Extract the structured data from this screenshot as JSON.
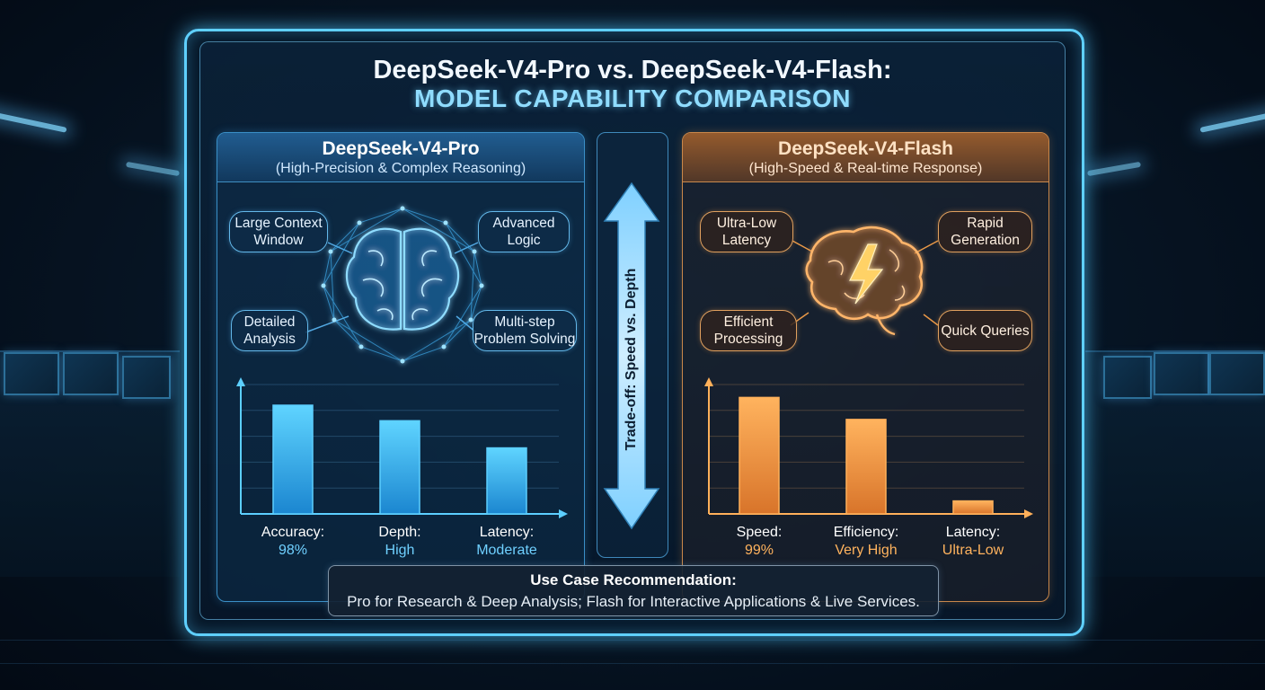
{
  "title": {
    "line1": "DeepSeek-V4-Pro vs. DeepSeek-V4-Flash:",
    "line2": "MODEL CAPABILITY COMPARISON"
  },
  "pro": {
    "name": "DeepSeek-V4-Pro",
    "subtitle": "(High-Precision & Complex Reasoning)",
    "features": {
      "top_left": "Large Context Window",
      "top_right": "Advanced Logic",
      "bottom_left": "Detailed Analysis",
      "bottom_right": "Multi-step Problem Solving"
    },
    "icon": "brain-network-icon",
    "accent": "#4fc6ff"
  },
  "flash": {
    "name": "DeepSeek-V4-Flash",
    "subtitle": "(High-Speed & Real-time Response)",
    "features": {
      "top_left": "Ultra-Low Latency",
      "top_right": "Rapid Generation",
      "bottom_left": "Efficient Processing",
      "bottom_right": "Quick Queries"
    },
    "icon": "brain-lightning-icon",
    "accent": "#ffa54a"
  },
  "tradeoff": {
    "label": "Trade-off: Speed vs. Depth",
    "icon": "double-arrow-icon"
  },
  "use_case": {
    "title": "Use Case Recommendation:",
    "text": "Pro for Research & Deep Analysis; Flash for Interactive Applications & Live Services."
  },
  "chart_data": [
    {
      "type": "bar",
      "categories": [
        "Accuracy:",
        "Depth:",
        "Latency:"
      ],
      "value_labels": [
        "98%",
        "High",
        "Moderate"
      ],
      "values": [
        0.84,
        0.72,
        0.51
      ],
      "ylim": [
        0,
        1
      ],
      "grid": true
    },
    {
      "type": "bar",
      "categories": [
        "Speed:",
        "Efficiency:",
        "Latency:"
      ],
      "value_labels": [
        "99%",
        "Very High",
        "Ultra-Low"
      ],
      "values": [
        0.9,
        0.73,
        0.1
      ],
      "ylim": [
        0,
        1
      ],
      "grid": true
    }
  ]
}
